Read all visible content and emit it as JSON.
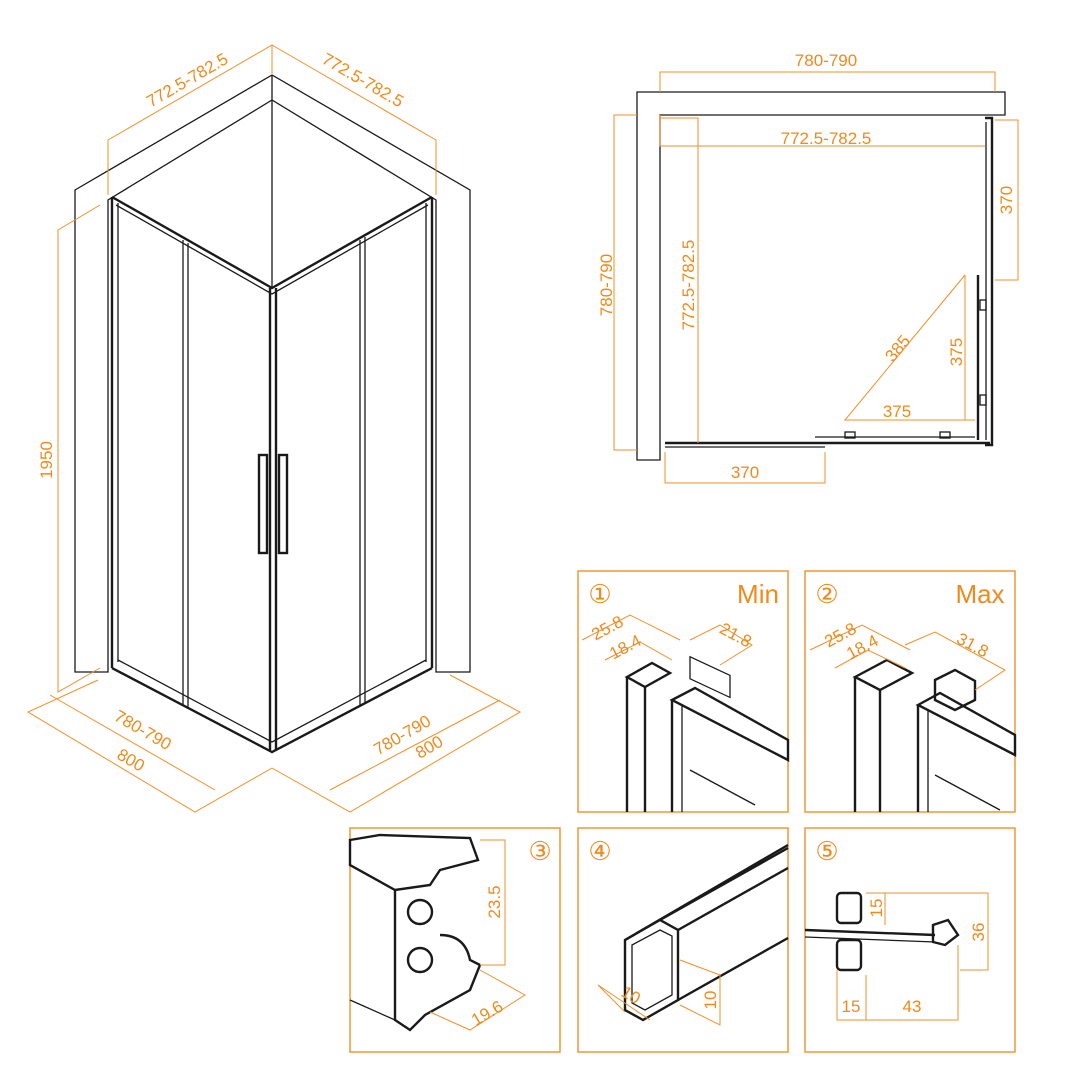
{
  "iso_view": {
    "top_left_width": "772.5-782.5",
    "top_right_width": "772.5-782.5",
    "height": "1950",
    "bottom_left_inner": "780-790",
    "bottom_left_outer": "800",
    "bottom_right_inner": "780-790",
    "bottom_right_outer": "800"
  },
  "plan_view": {
    "outer_width": "780-790",
    "inner_width": "772.5-782.5",
    "right_door": "370",
    "outer_depth": "780-790",
    "inner_depth": "772.5-782.5",
    "diagonal": "385",
    "opening_vertical": "375",
    "opening_horizontal": "375",
    "bottom_door": "370"
  },
  "details": [
    {
      "number": "①",
      "title": "Min",
      "dims": [
        "25.8",
        "18.4",
        "21.8"
      ]
    },
    {
      "number": "②",
      "title": "Max",
      "dims": [
        "25.8",
        "18.4",
        "31.8"
      ]
    },
    {
      "number": "③",
      "dims": [
        "23.5",
        "19.6"
      ]
    },
    {
      "number": "④",
      "dims": [
        "10",
        "10"
      ]
    },
    {
      "number": "⑤",
      "dims": [
        "15",
        "36",
        "15",
        "43"
      ]
    }
  ],
  "colors": {
    "dimension": "#f08a1c",
    "outline": "#1a1a1a"
  }
}
